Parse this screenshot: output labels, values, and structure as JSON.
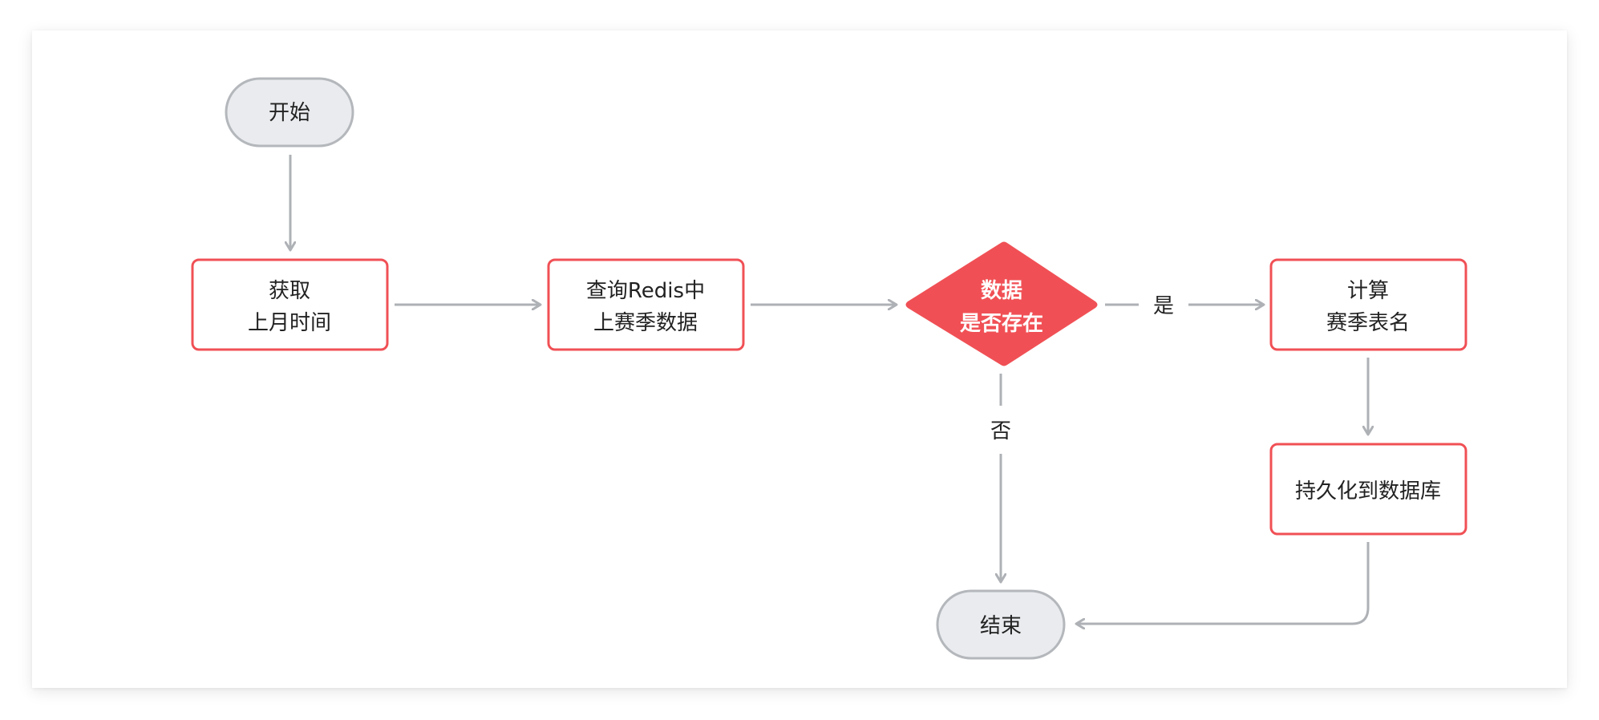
{
  "nodes": {
    "start": {
      "label": "开始"
    },
    "get_time": {
      "lines": [
        "获取",
        "上月时间"
      ]
    },
    "query_redis": {
      "lines": [
        "查询Redis中",
        "上赛季数据"
      ]
    },
    "decision": {
      "lines": [
        "数据",
        "是否存在"
      ]
    },
    "calc_table": {
      "lines": [
        "计算",
        "赛季表名"
      ]
    },
    "persist": {
      "label": "持久化到数据库"
    },
    "end": {
      "label": "结束"
    }
  },
  "edges": {
    "yes_label": "是",
    "no_label": "否"
  },
  "colors": {
    "accent": "#F05055",
    "terminal_fill": "#E9EBEE",
    "terminal_stroke": "#B4B7BB",
    "arrow": "#AEB1B5"
  }
}
